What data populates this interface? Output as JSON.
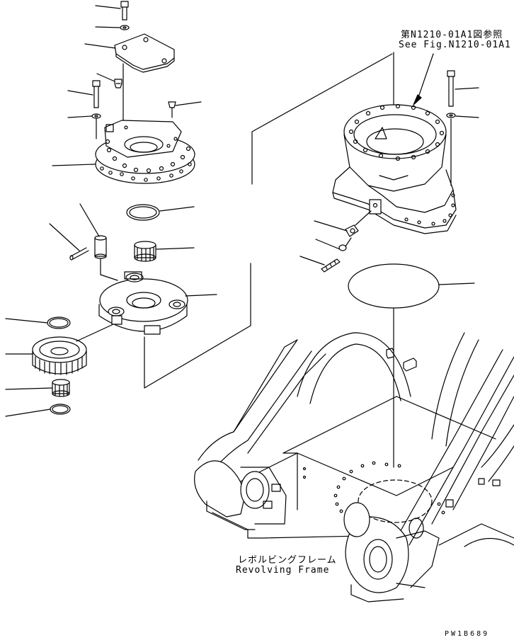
{
  "labels": {
    "reference_jp": "第N1210-01A1図参照",
    "reference_en": "See Fig.N1210-01A1",
    "frame_jp": "レボルビングフレーム",
    "frame_en": "Revolving Frame",
    "drawing_code": "PW1B689"
  },
  "colors": {
    "line": "#000000",
    "background": "#ffffff"
  }
}
